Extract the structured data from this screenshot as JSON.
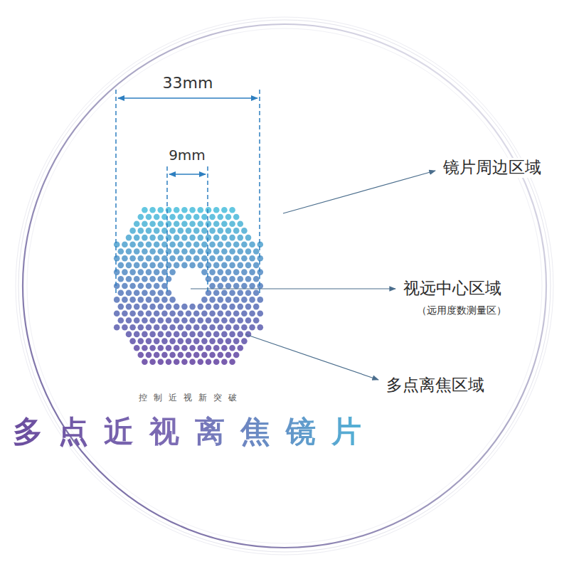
{
  "diagram": {
    "title": "多点近视离焦镜片",
    "labels": [
      "33mm",
      "9mm",
      "镜片周边区域",
      "视远中心区域",
      "（远用度数测量区）",
      "多点离焦区域",
      "控制近视新突破"
    ]
  }
}
